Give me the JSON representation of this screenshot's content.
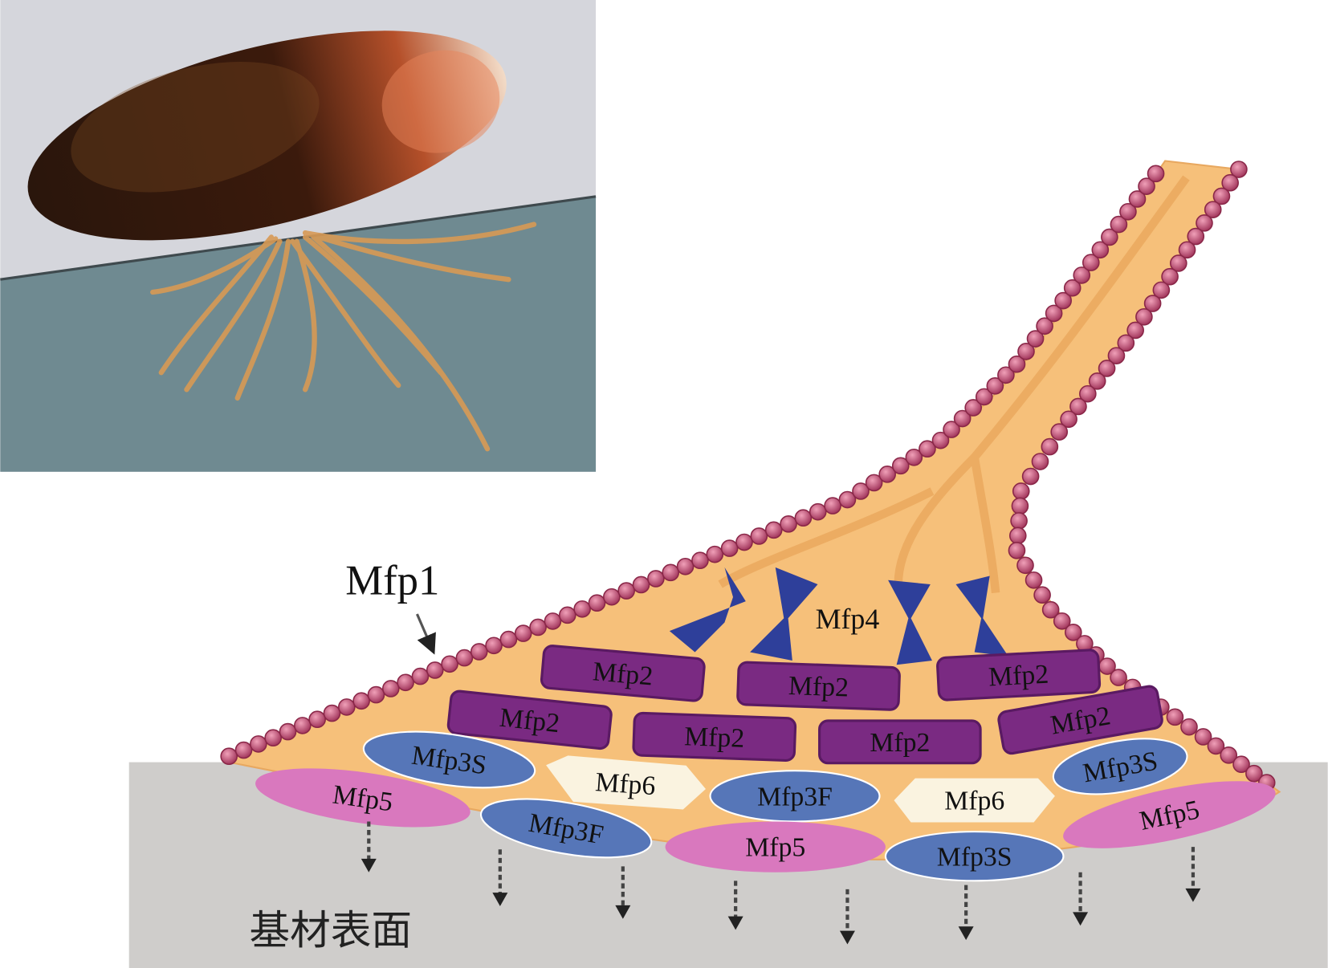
{
  "labels": {
    "mfp1": "Mfp1",
    "mfp4": "Mfp4",
    "substrate": "基材表面"
  },
  "proteins": {
    "mfp2": [
      "Mfp2",
      "Mfp2",
      "Mfp2",
      "Mfp2",
      "Mfp2",
      "Mfp2",
      "Mfp2"
    ],
    "mfp3s": [
      "Mfp3S",
      "Mfp3S",
      "Mfp3S"
    ],
    "mfp3f": [
      "Mfp3F",
      "Mfp3F"
    ],
    "mfp5": [
      "Mfp5",
      "Mfp5",
      "Mfp5"
    ],
    "mfp6": [
      "Mfp6",
      "Mfp6"
    ]
  },
  "colors": {
    "plaque": "#f6c07a",
    "mfp1_bead": "#b8456a",
    "mfp2": "#7a2a82",
    "mfp3": "#5676b8",
    "mfp4": "#2e3f9a",
    "mfp5": "#d978be",
    "mfp6": "#faf3e0",
    "substrate": "#cfcdcb"
  }
}
